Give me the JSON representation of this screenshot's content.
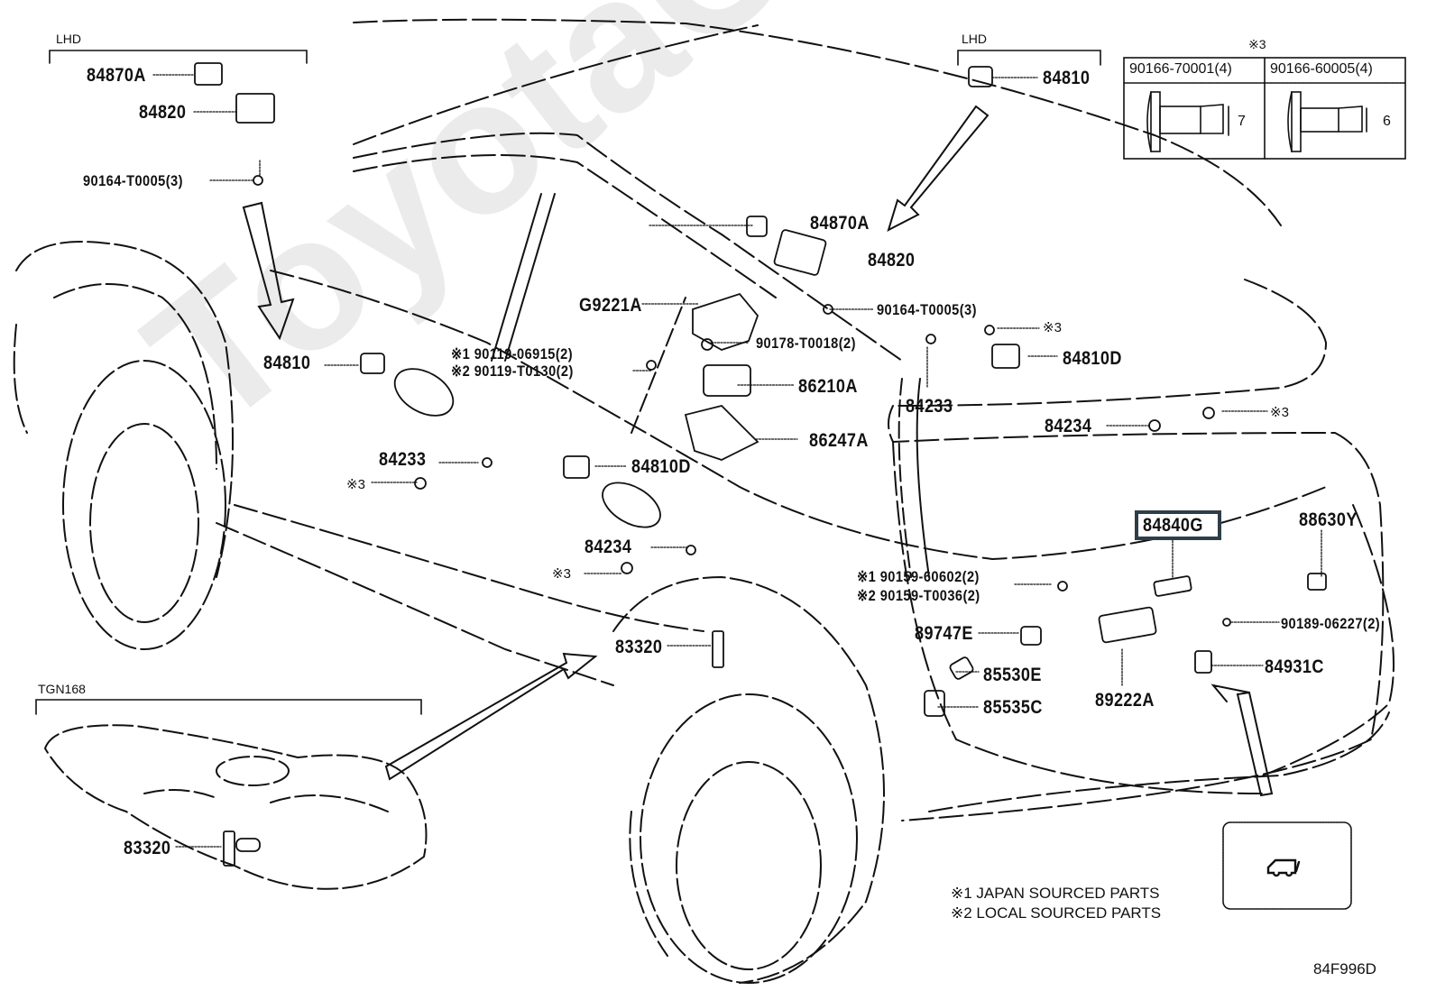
{
  "diagram": {
    "title_code": "84F996D",
    "watermark": "ToyotaCarParts"
  },
  "groups": {
    "lhd_left": {
      "label": "LHD"
    },
    "lhd_right": {
      "label": "LHD"
    },
    "tgn168": {
      "label": "TGN168"
    }
  },
  "callouts": {
    "lhd_84870A": "84870A",
    "lhd_84820": "84820",
    "lhd_90164": "90164-T0005(3)",
    "left_84810": "84810",
    "rlhd_84810": "84810",
    "c_84870A": "84870A",
    "c_84820": "84820",
    "c_G9221A": "G9221A",
    "c_90164": "90164-T0005(3)",
    "c_90178": "90178-T0018(2)",
    "c_mark3_a": "※3",
    "c_84810D_r": "84810D",
    "c_90119_1": "※1 90119-06915(2)",
    "c_90119_2": "※2 90119-T0130(2)",
    "c_86210A": "86210A",
    "c_86247A": "86247A",
    "c_84233_r": "84233",
    "c_84234_r": "84234",
    "c_mark3_b": "※3",
    "c_84233_l": "84233",
    "c_mark3_c": "※3",
    "c_84810D_l": "84810D",
    "c_84234_l": "84234",
    "c_mark3_d": "※3",
    "c_84840G": "84840G",
    "c_88630Y": "88630Y",
    "c_90159_1": "※1 90159-60602(2)",
    "c_90159_2": "※2 90159-T0036(2)",
    "c_90189": "90189-06227(2)",
    "c_83320_main": "83320",
    "c_89747E": "89747E",
    "c_85530E": "85530E",
    "c_85535C": "85535C",
    "c_89222A": "89222A",
    "c_84931C": "84931C",
    "c_83320_inset": "83320"
  },
  "fastener_table": {
    "note_mark": "※3",
    "columns": [
      {
        "part": "90166-70001(4)",
        "dimension": "7"
      },
      {
        "part": "90166-60005(4)",
        "dimension": "6"
      }
    ]
  },
  "legend": {
    "items": [
      "※1 JAPAN SOURCED PARTS",
      "※2 LOCAL SOURCED PARTS"
    ]
  },
  "view_icon": {
    "name": "rear-suv-view-icon"
  },
  "highlight": {
    "part": "84840G",
    "color": "#2e3e48"
  }
}
